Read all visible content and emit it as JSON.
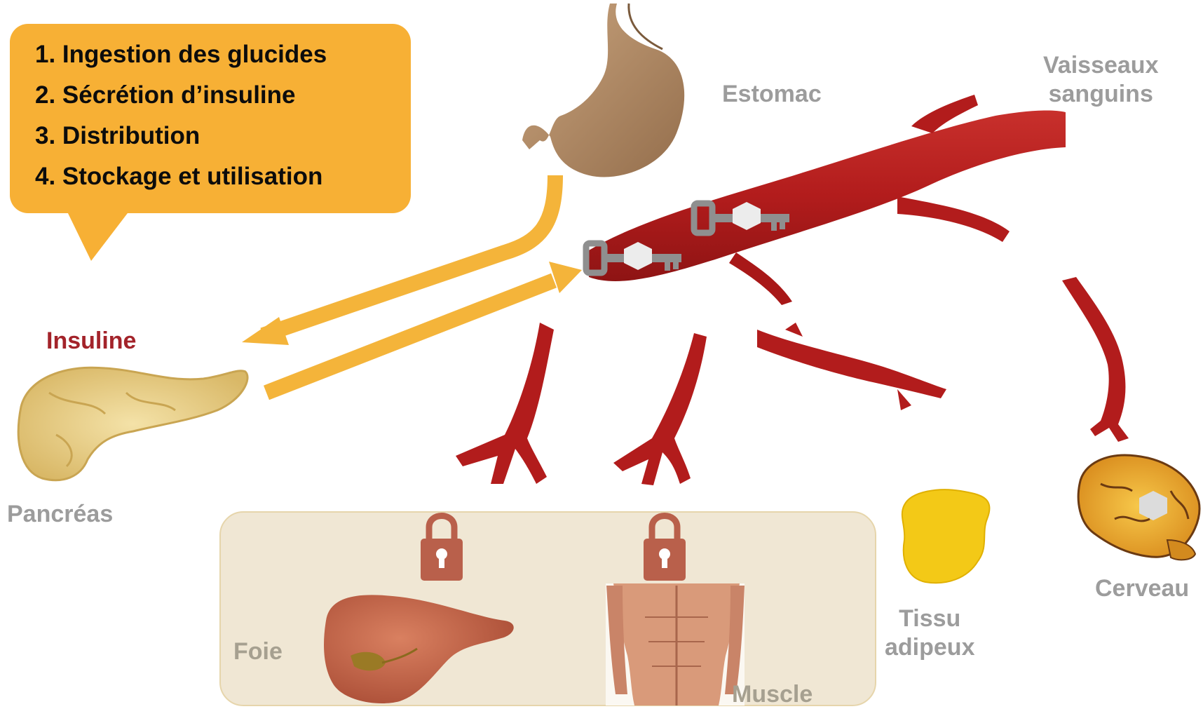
{
  "steps": [
    "1. Ingestion des glucides",
    "2. Sécrétion d’insuline",
    "3. Distribution",
    "4. Stockage et utilisation"
  ],
  "labels": {
    "estomac": "Estomac",
    "vaisseaux_line1": "Vaisseaux",
    "vaisseaux_line2": "sanguins",
    "insuline": "Insuline",
    "pancreas": "Pancréas",
    "foie": "Foie",
    "muscle": "Muscle",
    "tissu_line1": "Tissu",
    "tissu_line2": "adipeux",
    "cerveau": "Cerveau"
  },
  "colors": {
    "bubble": "#f7b035",
    "arrow": "#f4b43a",
    "vessel": "#b41d1d",
    "insuline_text": "#a3232a",
    "label_gray": "#9c9c9c",
    "lock": "#b9604b",
    "organ_box": "#f0e7d4"
  }
}
